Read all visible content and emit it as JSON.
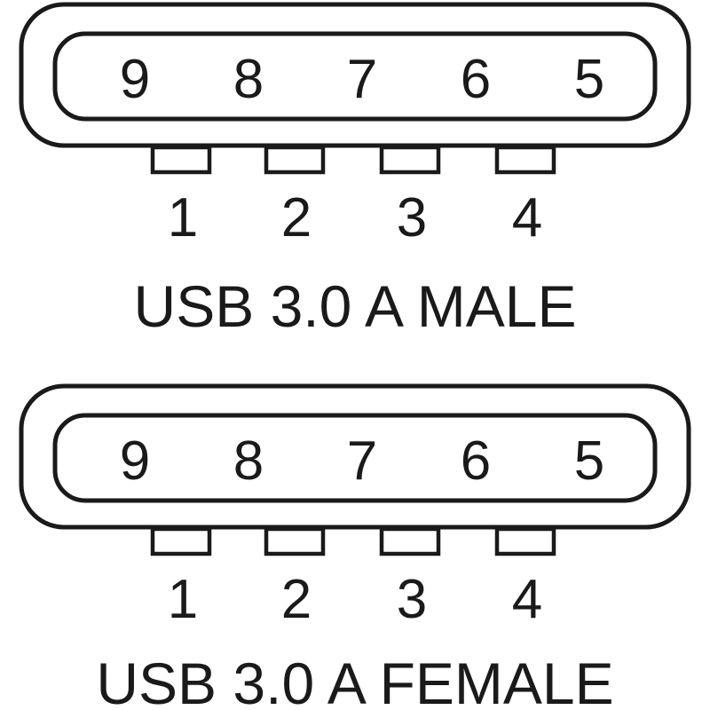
{
  "connectors": [
    {
      "name": "male",
      "top_pins": [
        "9",
        "8",
        "7",
        "6",
        "5"
      ],
      "bottom_pins": [
        "1",
        "2",
        "3",
        "4"
      ],
      "label": "USB 3.0 A MALE"
    },
    {
      "name": "female",
      "top_pins": [
        "9",
        "8",
        "7",
        "6",
        "5"
      ],
      "bottom_pins": [
        "1",
        "2",
        "3",
        "4"
      ],
      "label": "USB 3.0 A FEMALE"
    }
  ],
  "colors": {
    "stroke": "#1a1a1a",
    "background": "#ffffff"
  }
}
